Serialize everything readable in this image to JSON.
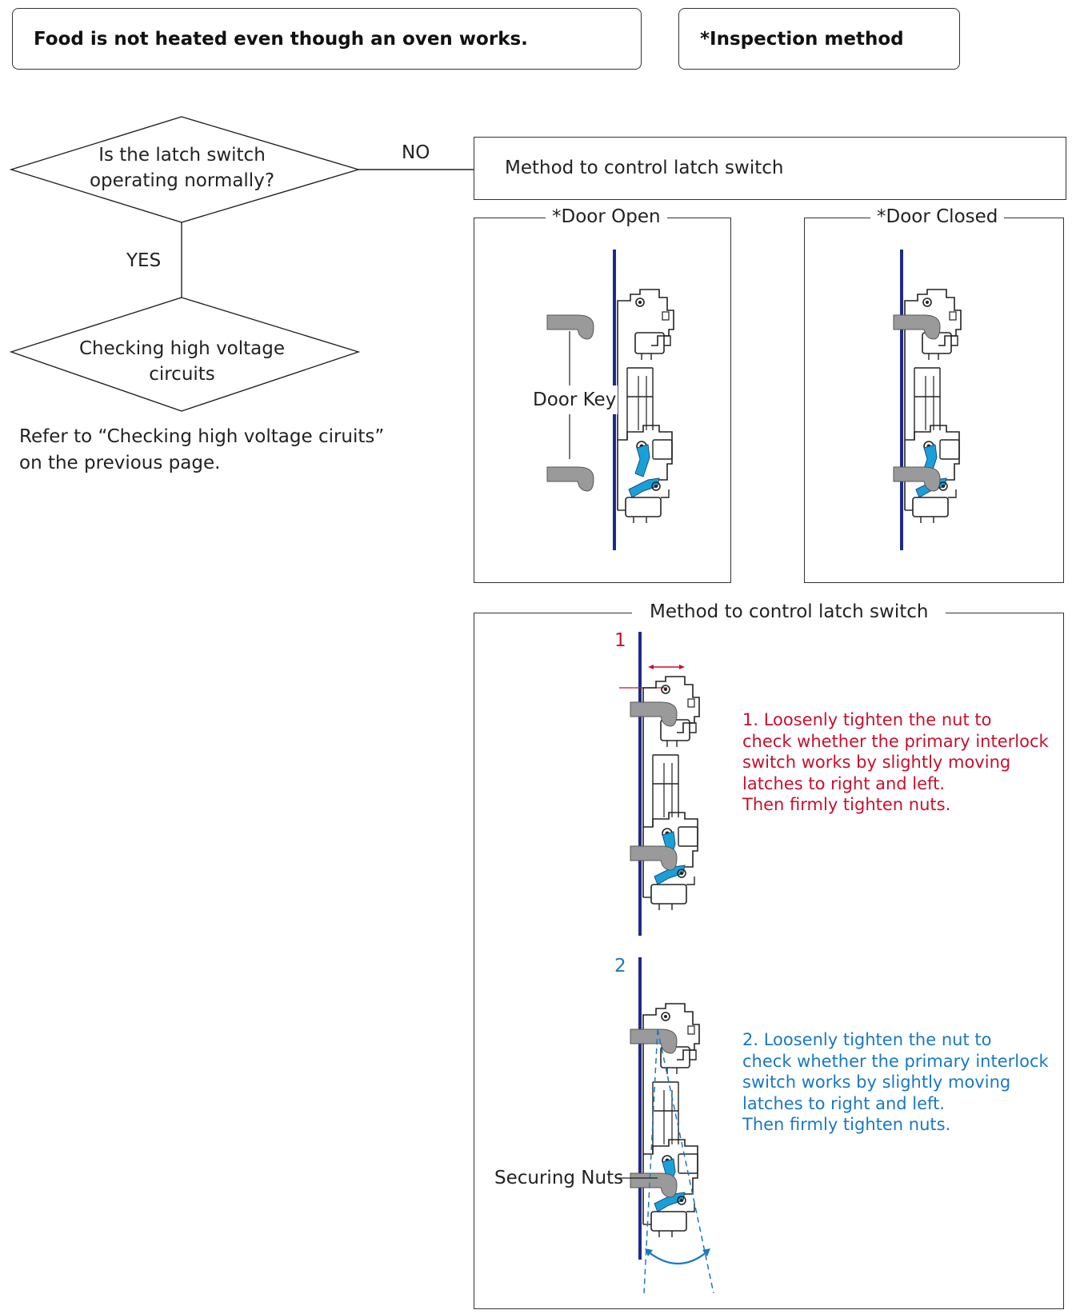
{
  "header": {
    "title": "Food is not heated even though an oven works.",
    "inspection": "*Inspection method"
  },
  "flow": {
    "q1_line1": "Is the latch switch",
    "q1_line2": "operating normally?",
    "no_label": "NO",
    "yes_label": "YES",
    "q2_line1": "Checking high voltage",
    "q2_line2": "circuits",
    "ref_line1": "Refer to “Checking high voltage ciruits”",
    "ref_line2": "on the previous page."
  },
  "method_box": {
    "title": "Method to control latch switch"
  },
  "door_open": {
    "label": "*Door Open",
    "key_label": "Door Key"
  },
  "door_closed": {
    "label": "*Door Closed"
  },
  "control": {
    "label": "Method to control latch switch",
    "step1_number": "1",
    "step1_lines": [
      "1. Loosenly tighten the nut to",
      "check whether the primary interlock",
      "switch works by slightly moving",
      "latches to right and left.",
      "Then firmly tighten nuts."
    ],
    "step2_number": "2",
    "step2_lines": [
      "2. Loosenly tighten the nut to",
      "check whether the primary interlock",
      "switch works by slightly moving",
      "latches to right and left.",
      "Then firmly tighten nuts."
    ],
    "nuts_label": "Securing Nuts"
  },
  "colors": {
    "red_text": "#c8102e",
    "blue_text": "#1a78c2",
    "door_line": "#1f2a8a",
    "lever": "#1aa0d8",
    "key_gray": "#9a9a9a"
  }
}
